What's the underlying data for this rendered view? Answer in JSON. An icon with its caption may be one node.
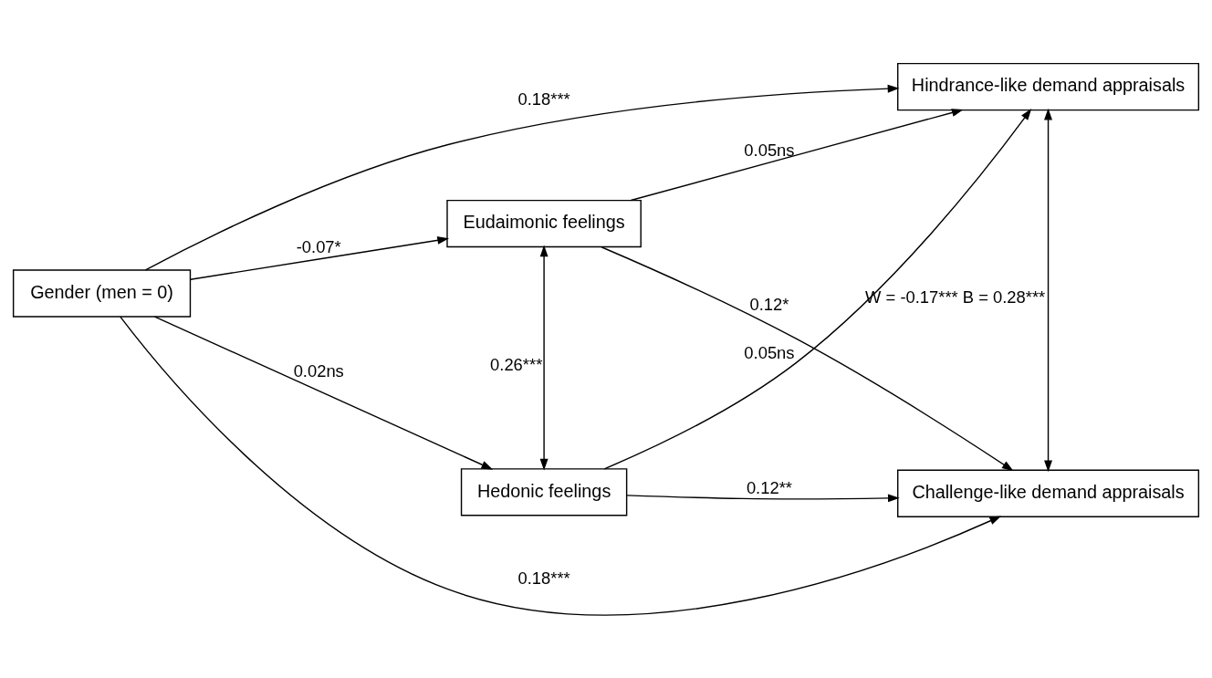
{
  "diagram": {
    "nodes": [
      {
        "text": [
          "Gender (men = 0)"
        ]
      },
      {
        "text": [
          "Hedonic feelings"
        ]
      },
      {
        "text": [
          "Eudaimonic feelings"
        ]
      },
      {
        "text": [
          "Hindrance-like demand appraisals"
        ]
      },
      {
        "text": [
          "Challenge-like demand appraisals"
        ]
      }
    ],
    "edges": [
      {
        "from": 0,
        "to": 3,
        "arrow": "to",
        "label": "0.18***"
      },
      {
        "from": 0,
        "to": 1,
        "arrow": "to",
        "label": "0.02ns"
      },
      {
        "from": 0,
        "to": 2,
        "arrow": "to",
        "label": "-0.07*"
      },
      {
        "from": 0,
        "to": 4,
        "arrow": "to",
        "label": "0.18***"
      },
      {
        "from": 1,
        "to": 3,
        "arrow": "to",
        "label": "0.05ns"
      },
      {
        "from": 2,
        "to": 3,
        "arrow": "to",
        "label": "0.05ns"
      },
      {
        "from": 1,
        "to": 4,
        "arrow": "to",
        "label": "0.12**"
      },
      {
        "from": 2,
        "to": 4,
        "arrow": "to",
        "label": "0.12*"
      },
      {
        "from": 1,
        "to": 2,
        "arrow": "both",
        "label": "0.26***"
      },
      {
        "from": 3,
        "to": 4,
        "arrow": "both",
        "label": "W = -0.17*** B = 0.28***"
      }
    ]
  }
}
